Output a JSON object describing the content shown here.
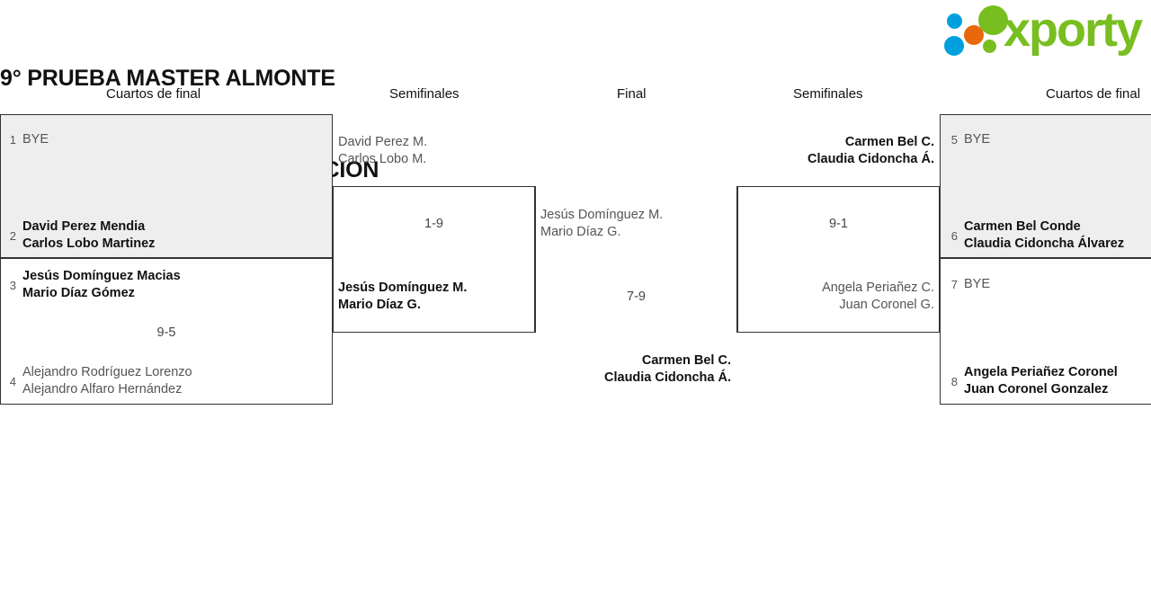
{
  "header": {
    "title_line1": "9° PRUEBA MASTER ALMONTE",
    "title_line2": "Cuadro de consolación. INICIACION",
    "logo_text": "xporty",
    "logo_colors": {
      "green": "#78be20",
      "blue": "#00a0df",
      "orange": "#e8690b"
    }
  },
  "rounds": [
    {
      "label": "Cuartos de final",
      "side": "left"
    },
    {
      "label": "Semifinales",
      "side": "left"
    },
    {
      "label": "Final",
      "side": "center"
    },
    {
      "label": "Semifinales",
      "side": "right"
    },
    {
      "label": "Cuartos de final",
      "side": "right"
    }
  ],
  "left_quarters": [
    {
      "seed_top": "1",
      "top_name1": "BYE",
      "top_name2": "",
      "top_state": "bye",
      "seed_bottom": "2",
      "bottom_name1": "David Perez Mendia",
      "bottom_name2": "Carlos Lobo Martinez",
      "bottom_state": "winner",
      "score": ""
    },
    {
      "seed_top": "3",
      "top_name1": "Jesús Domínguez Macias",
      "top_name2": "Mario Díaz Gómez",
      "top_state": "winner",
      "seed_bottom": "4",
      "bottom_name1": "Alejandro Rodríguez Lorenzo",
      "bottom_name2": "Alejandro Alfaro Hernández",
      "bottom_state": "loser",
      "score": "9-5"
    }
  ],
  "left_semifinal": {
    "top_name1": "David Perez M.",
    "top_name2": "Carlos Lobo M.",
    "top_state": "loser",
    "bottom_name1": "Jesús Domínguez M.",
    "bottom_name2": "Mario Díaz G.",
    "bottom_state": "winner",
    "score": "1-9"
  },
  "final": {
    "top_name1": "Jesús Domínguez M.",
    "top_name2": "Mario Díaz G.",
    "top_state": "loser",
    "bottom_name1": "Carmen Bel C.",
    "bottom_name2": "Claudia Cidoncha Á.",
    "bottom_state": "winner",
    "score": "7-9"
  },
  "right_semifinal": {
    "top_name1": "Carmen Bel C.",
    "top_name2": "Claudia Cidoncha Á.",
    "top_state": "winner",
    "bottom_name1": "Angela Periañez C.",
    "bottom_name2": "Juan Coronel G.",
    "bottom_state": "loser",
    "score": "9-1"
  },
  "right_quarters": [
    {
      "seed_top": "5",
      "top_name1": "BYE",
      "top_name2": "",
      "top_state": "bye",
      "seed_bottom": "6",
      "bottom_name1": "Carmen Bel Conde",
      "bottom_name2": "Claudia Cidoncha Álvarez",
      "bottom_state": "winner",
      "score": ""
    },
    {
      "seed_top": "7",
      "top_name1": "BYE",
      "top_name2": "",
      "top_state": "bye",
      "seed_bottom": "8",
      "bottom_name1": "Angela Periañez Coronel",
      "bottom_name2": "Juan Coronel Gonzalez",
      "bottom_state": "winner",
      "score": ""
    }
  ]
}
